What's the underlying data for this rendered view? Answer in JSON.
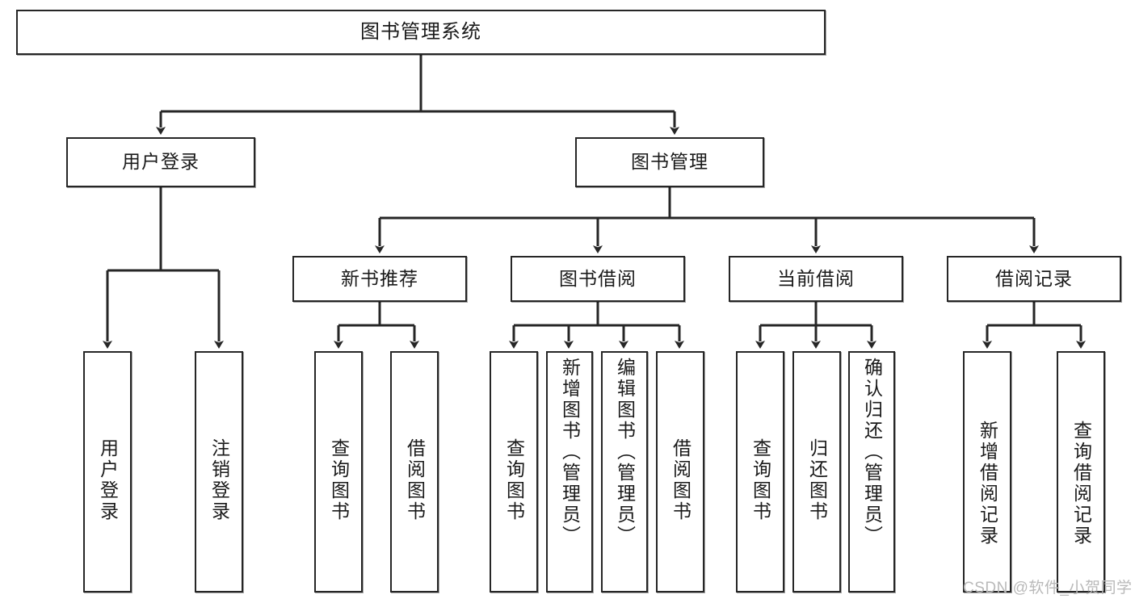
{
  "diagram": {
    "title": "图书管理系统",
    "type": "tree-hierarchy-diagram",
    "colors": {
      "box_border": "#262626",
      "box_fill": "#ffffff",
      "connector": "#262626",
      "watermark": "#b9b9b9",
      "background": "#ffffff"
    },
    "root": {
      "label": "图书管理系统"
    },
    "level2": [
      {
        "label": "用户登录"
      },
      {
        "label": "图书管理"
      }
    ],
    "level3": [
      {
        "label": "新书推荐"
      },
      {
        "label": "图书借阅"
      },
      {
        "label": "当前借阅"
      },
      {
        "label": "借阅记录"
      }
    ],
    "leaves": {
      "user_login": [
        {
          "label": "用户登录"
        },
        {
          "label": "注销登录"
        }
      ],
      "new_book_recommend": [
        {
          "label": "查询图书"
        },
        {
          "label": "借阅图书"
        }
      ],
      "book_borrow": [
        {
          "label": "查询图书"
        },
        {
          "label": "新增图书（管理员）"
        },
        {
          "label": "编辑图书（管理员）"
        },
        {
          "label": "借阅图书"
        }
      ],
      "current_borrow": [
        {
          "label": "查询图书"
        },
        {
          "label": "归还图书"
        },
        {
          "label": "确认归还（管理员）"
        }
      ],
      "borrow_record": [
        {
          "label": "新增借阅记录"
        },
        {
          "label": "查询借阅记录"
        }
      ]
    }
  },
  "watermark": {
    "text": "CSDN @软件_小贺同学"
  }
}
